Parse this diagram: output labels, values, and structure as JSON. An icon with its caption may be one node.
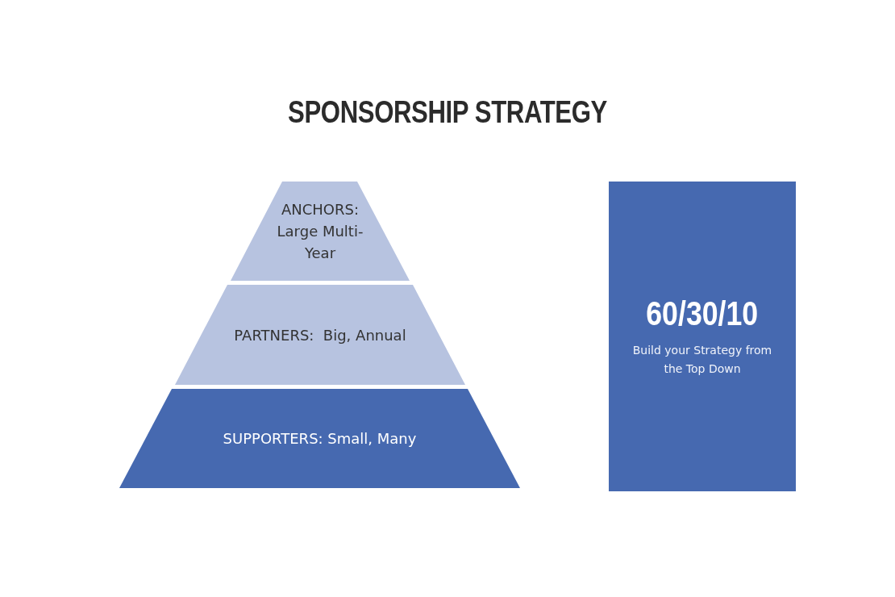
{
  "diagram": {
    "title": "SPONSORSHIP STRATEGY",
    "nodes": [
      {
        "text": [
          "ANCHORS: Large Multi-Year"
        ]
      },
      {
        "text": [
          "PARTNERS:  Big, Annual"
        ]
      },
      {
        "text": [
          "SUPPORTERS: Small, Many"
        ]
      },
      {
        "text": [
          "60/30/10",
          "Build your Strategy from the Top Down"
        ]
      }
    ],
    "edges": []
  }
}
